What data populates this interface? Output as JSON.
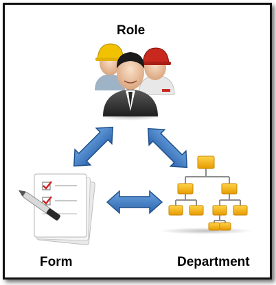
{
  "nodes": {
    "role": {
      "label": "Role"
    },
    "form": {
      "label": "Form"
    },
    "department": {
      "label": "Department"
    }
  },
  "icons": {
    "role": "people-group-icon",
    "form": "checklist-form-icon",
    "department": "org-chart-icon"
  },
  "colors": {
    "arrow_fill": "#3a78c2",
    "arrow_stroke": "#1f4f8a",
    "org_box": "#f5b400",
    "org_line": "#8c8c8c",
    "hardhat_yellow": "#f2c200",
    "hardhat_red": "#c8281e",
    "check_red": "#d22020"
  }
}
